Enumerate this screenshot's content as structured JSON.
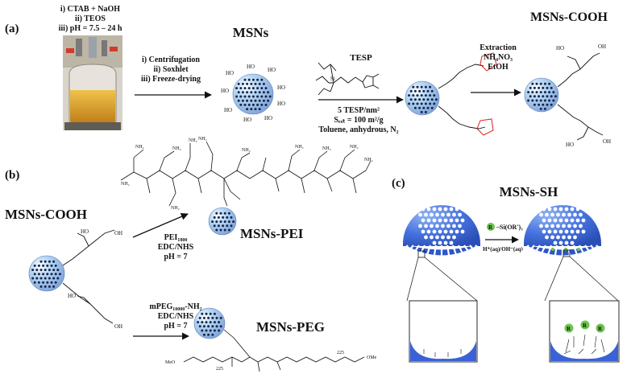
{
  "panel_a": {
    "label": "(a)",
    "synthesis_steps": [
      "i) CTAB + NaOH",
      "ii) TEOS",
      "iii) pH = 7.5 – 24 h"
    ],
    "processing_steps": [
      "i) Centrifugation",
      "ii) Soxhlet",
      "iii) Freeze-drying"
    ],
    "msns_title": "MSNs",
    "reagent_name": "TESP",
    "conditions": [
      "5 TESP/nm²",
      "Sₑₓₜ = 100 m²/g",
      "Toluene, anhydrous, N₂"
    ],
    "extraction": [
      "Extraction",
      "NH₄NO₃",
      "EtOH"
    ],
    "product_title": "MSNs-COOH",
    "oh_label": "HO"
  },
  "panel_b": {
    "label": "(b)",
    "start_title": "MSNs-COOH",
    "pei_reagent": "PEI₁₈₀₀",
    "pei_coupling": "EDC/NHS",
    "pei_ph": "pH = 7",
    "pei_product": "MSNs-PEI",
    "peg_reagent": "mPEG₁₀₀₀₀-NH₂",
    "peg_coupling": "EDC/NHS",
    "peg_ph": "pH = 7",
    "peg_product": "MSNs-PEG",
    "nh2": "NH₂",
    "meo": "MeO",
    "ome": "OMe",
    "peg_repeat": "225"
  },
  "panel_c": {
    "label": "(c)",
    "product_title": "MSNs-SH",
    "silane_r": "R",
    "silane_rest": "–Si(OR')₃",
    "conditions": "H⁺(aq)/OH⁻(aq)",
    "r_label": "R"
  },
  "colors": {
    "orange": "#e46c0a",
    "green": "#4f8a2b",
    "blue": "#2f52c8",
    "red": "#d0141e",
    "sphere": "#3f6fd8"
  }
}
